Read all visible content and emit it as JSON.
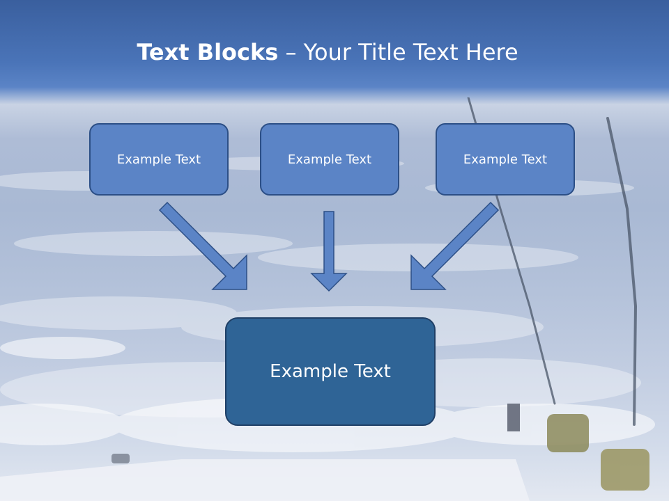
{
  "slide": {
    "title_bold": "Text Blocks",
    "title_dash": " – ",
    "title_rest": "Your Title Text Here",
    "blocks": [
      {
        "label": "Example Text"
      },
      {
        "label": "Example Text"
      },
      {
        "label": "Example Text"
      }
    ],
    "center_block": {
      "label": "Example Text"
    }
  },
  "colors": {
    "block_fill": "#5b84c6",
    "block_border": "#2c4f86",
    "center_fill": "#2f6496",
    "arrow_fill": "#5b84c6"
  }
}
